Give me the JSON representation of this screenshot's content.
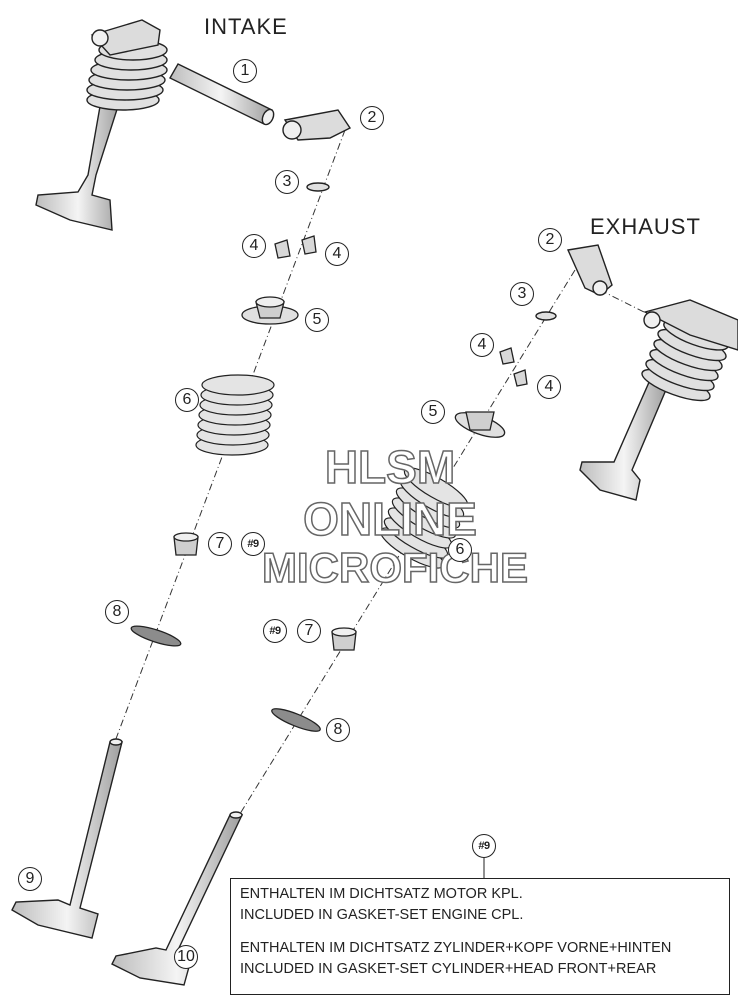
{
  "headings": {
    "intake": "INTAKE",
    "exhaust": "EXHAUST"
  },
  "callouts": {
    "c1": "1",
    "c2": "2",
    "c3": "3",
    "c4": "4",
    "c5": "5",
    "c6": "6",
    "c7": "7",
    "c8": "8",
    "c9": "9",
    "c10": "10",
    "gasket": "#9"
  },
  "note": {
    "line1": "ENTHALTEN IM DICHTSATZ MOTOR KPL.",
    "line2": "INCLUDED IN GASKET-SET ENGINE CPL.",
    "line3": "ENTHALTEN IM DICHTSATZ ZYLINDER+KOPF VORNE+HINTEN",
    "line4": "INCLUDED IN GASKET-SET CYLINDER+HEAD FRONT+REAR"
  },
  "watermark": {
    "line1": "HLSM",
    "line2": "ONLINE",
    "line3": "MICROFICHE"
  },
  "colors": {
    "line": "#222222",
    "part_fill": "#e6e6e6",
    "part_dark": "#9a9a9a",
    "watermark_outline": "#666666"
  }
}
